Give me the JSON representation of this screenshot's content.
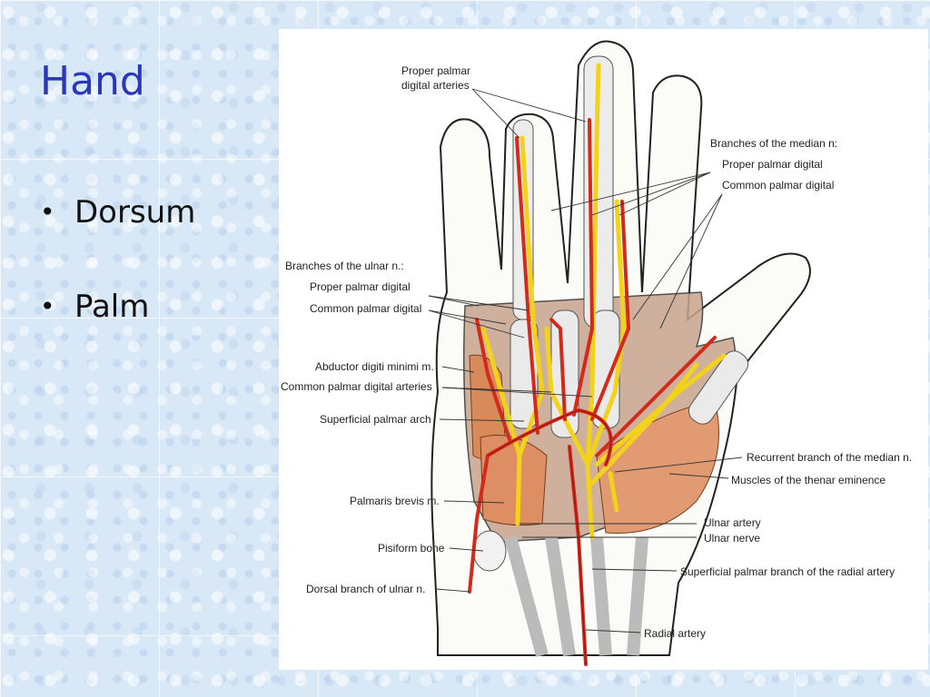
{
  "slide": {
    "title": "Hand",
    "bullets": [
      "Dorsum",
      "Palm"
    ]
  },
  "figure": {
    "labels": {
      "proper_palmar_digital_arteries_1": "Proper palmar",
      "proper_palmar_digital_arteries_2": "digital arteries",
      "branches_median": "Branches of the median n:",
      "median_proper": "Proper palmar digital",
      "median_common": "Common palmar digital",
      "branches_ulnar": "Branches of the ulnar n.:",
      "ulnar_proper": "Proper palmar digital",
      "ulnar_common": "Common palmar digital",
      "abductor": "Abductor digiti minimi m.",
      "common_arteries": "Common palmar digital arteries",
      "superficial_arch": "Superficial palmar arch",
      "recurrent_branch": "Recurrent branch of the median n.",
      "thenar_muscles": "Muscles of the thenar eminence",
      "palmaris_brevis": "Palmaris brevis m.",
      "ulnar_artery": "Ulnar artery",
      "ulnar_nerve": "Ulnar nerve",
      "pisiform": "Pisiform bone",
      "superficial_branch_radial": "Superficial palmar branch of the radial artery",
      "dorsal_branch_ulnar": "Dorsal branch of ulnar n.",
      "radial_artery": "Radial artery"
    },
    "colors": {
      "artery": "#d42a1c",
      "nerve": "#f2d21a",
      "muscle": "#d98a5a",
      "tendon": "#e6e6e6",
      "outline": "#222222"
    }
  }
}
